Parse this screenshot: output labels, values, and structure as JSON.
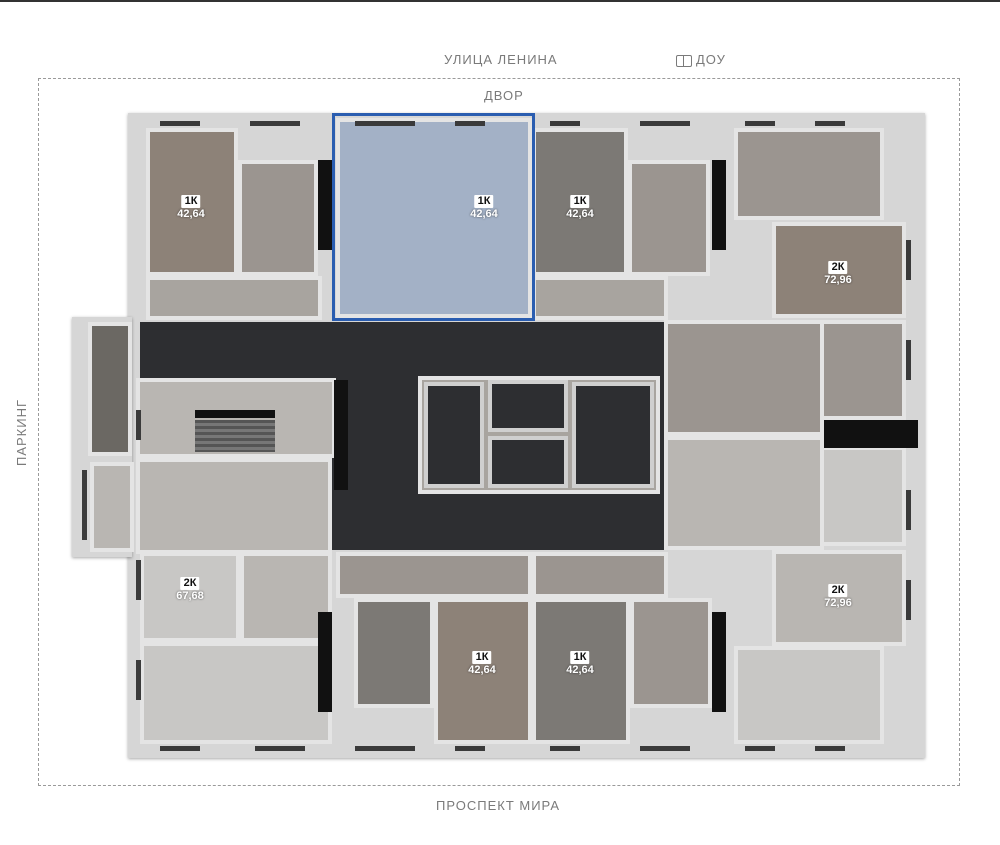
{
  "streets": {
    "north": "УЛИЦА ЛЕНИНА",
    "kindergarten": "ДОУ",
    "courtyard": "ДВОР",
    "west": "ПАРКИНГ",
    "south": "ПРОСПЕКТ МИРА"
  },
  "icons": {
    "kindergarten": "book-icon"
  },
  "colors": {
    "selection": "#2a5db0",
    "selected_fill": "#a3b1c6",
    "corridor": "#2d2e31"
  },
  "apartments": [
    {
      "type": "1К",
      "area": "42,64"
    },
    {
      "type": "1К",
      "area": "42,64",
      "selected": true
    },
    {
      "type": "1К",
      "area": "42,64"
    },
    {
      "type": "2К",
      "area": "72,96"
    },
    {
      "type": "2К",
      "area": "67,68"
    },
    {
      "type": "2К",
      "area": "72,96"
    },
    {
      "type": "1К",
      "area": "42,64"
    },
    {
      "type": "1К",
      "area": "42,64"
    }
  ]
}
